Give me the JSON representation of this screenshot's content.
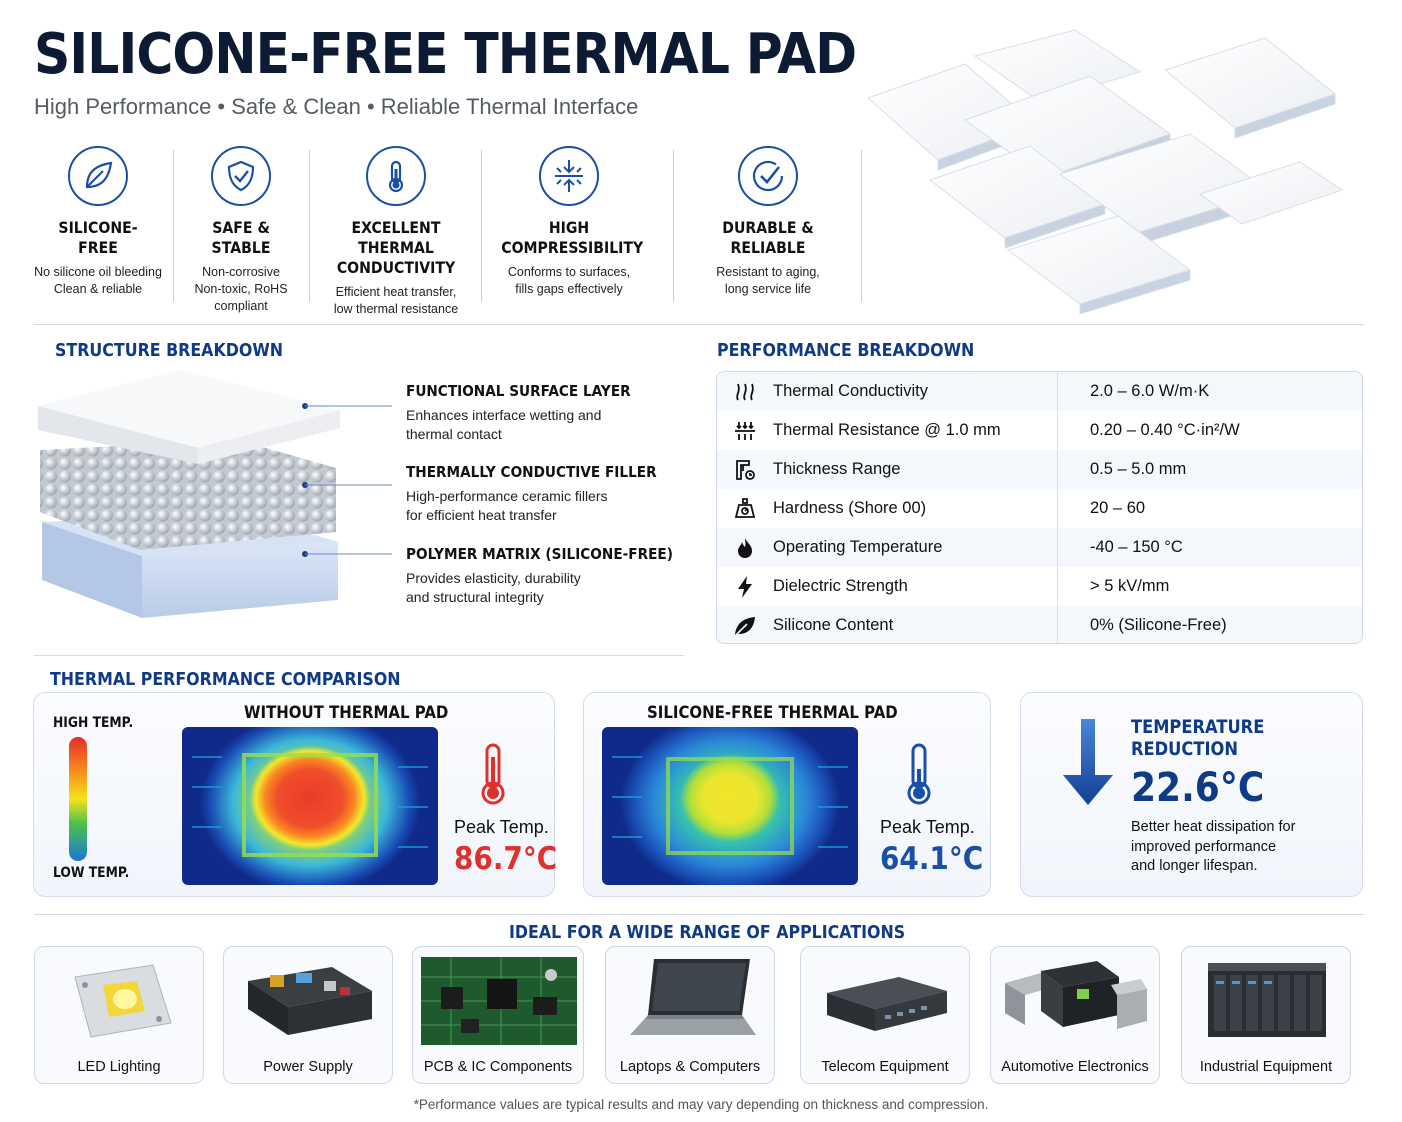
{
  "header": {
    "title": "SILICONE-FREE THERMAL PAD",
    "subtitle": "High Performance • Safe & Clean • Reliable Thermal Interface"
  },
  "features": [
    {
      "icon": "leaf-icon",
      "title": "SILICONE-FREE",
      "title2": "",
      "line1": "No silicone oil bleeding",
      "line2": "Clean & reliable",
      "line3": ""
    },
    {
      "icon": "shield-check-icon",
      "title": "SAFE & STABLE",
      "title2": "",
      "line1": "Non-corrosive",
      "line2": "Non-toxic, RoHS",
      "line3": "compliant"
    },
    {
      "icon": "thermometer-icon",
      "title": "EXCELLENT THERMAL",
      "title2": "CONDUCTIVITY",
      "line1": "Efficient heat transfer,",
      "line2": "low thermal resistance",
      "line3": ""
    },
    {
      "icon": "compress-icon",
      "title": "HIGH",
      "title2": "COMPRESSIBILITY",
      "line1": "Conforms to surfaces,",
      "line2": "fills gaps effectively",
      "line3": ""
    },
    {
      "icon": "check-circle-icon",
      "title": "DURABLE & RELIABLE",
      "title2": "",
      "line1": "Resistant to aging,",
      "line2": "long service life",
      "line3": ""
    }
  ],
  "structure": {
    "heading": "STRUCTURE BREAKDOWN",
    "layers": [
      {
        "title": "FUNCTIONAL SURFACE LAYER",
        "line1": "Enhances interface wetting and",
        "line2": "thermal contact"
      },
      {
        "title": "THERMALLY CONDUCTIVE FILLER",
        "line1": "High-performance ceramic fillers",
        "line2": "for efficient heat transfer"
      },
      {
        "title": "POLYMER MATRIX (SILICONE-FREE)",
        "line1": "Provides elasticity, durability",
        "line2": "and structural integrity"
      }
    ]
  },
  "performance": {
    "heading": "PERFORMANCE BREAKDOWN",
    "rows": [
      {
        "icon": "heat-waves-icon",
        "label": "Thermal Conductivity",
        "value": "2.0 – 6.0 W/m·K"
      },
      {
        "icon": "resistance-arrows-icon",
        "label": "Thermal Resistance @ 1.0 mm",
        "value": "0.20 – 0.40 °C·in²/W"
      },
      {
        "icon": "caliper-icon",
        "label": "Thickness Range",
        "value": "0.5 – 5.0 mm"
      },
      {
        "icon": "durometer-icon",
        "label": "Hardness (Shore 00)",
        "value": "20 – 60"
      },
      {
        "icon": "flame-icon",
        "label": "Operating Temperature",
        "value": "-40 – 150 °C"
      },
      {
        "icon": "lightning-icon",
        "label": "Dielectric Strength",
        "value": "> 5 kV/mm"
      },
      {
        "icon": "leaf-icon",
        "label": "Silicone Content",
        "value": "0% (Silicone-Free)"
      }
    ]
  },
  "comparison": {
    "heading": "THERMAL PERFORMANCE COMPARISON",
    "scale_high": "HIGH TEMP.",
    "scale_low": "LOW TEMP.",
    "without": {
      "title": "WITHOUT THERMAL PAD",
      "peak_label": "Peak Temp.",
      "peak_value": "86.7°C",
      "color": "#e0302c"
    },
    "with": {
      "title": "SILICONE-FREE THERMAL PAD",
      "peak_label": "Peak Temp.",
      "peak_value": "64.1°C",
      "color": "#1a4fa8"
    },
    "reduction": {
      "title1": "TEMPERATURE",
      "title2": "REDUCTION",
      "value": "22.6°C",
      "line1": "Better heat dissipation for",
      "line2": "improved performance",
      "line3": "and longer lifespan."
    }
  },
  "applications": {
    "heading": "IDEAL FOR A WIDE RANGE OF APPLICATIONS",
    "items": [
      "LED Lighting",
      "Power Supply",
      "PCB & IC Components",
      "Laptops & Computers",
      "Telecom Equipment",
      "Automotive Electronics",
      "Industrial Equipment"
    ]
  },
  "footnote": "*Performance values are typical results and may vary depending on thickness and compression.",
  "colors": {
    "navy": "#0c1a33",
    "accent": "#1a4fa8",
    "hot": "#e0302c"
  }
}
